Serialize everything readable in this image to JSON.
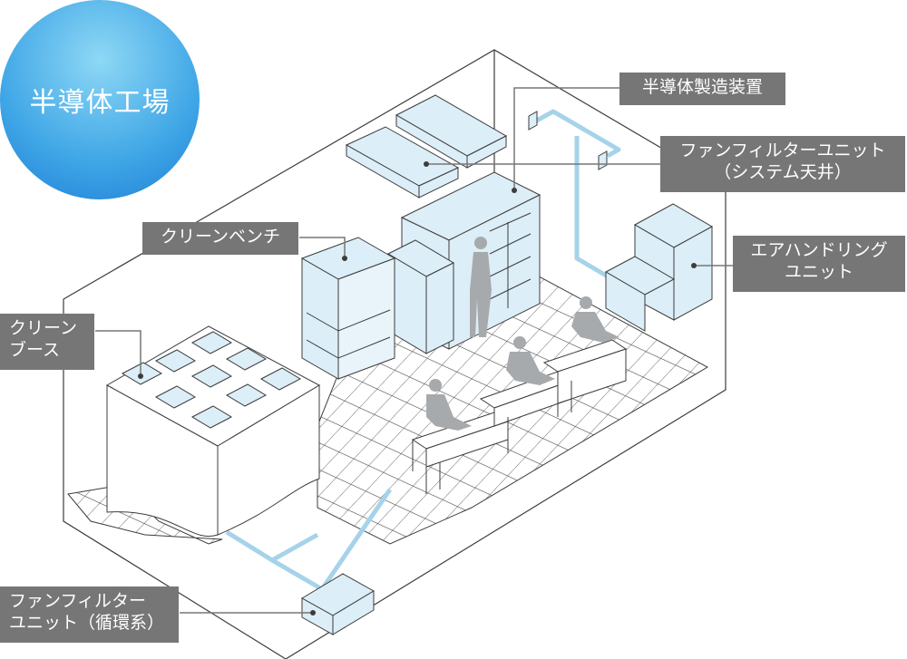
{
  "title": "半導体工場",
  "colors": {
    "title_badge": "#3fa6e6",
    "label_bg": "#767676",
    "equipment_fill": "#dceef7",
    "duct": "#a6d3ea",
    "person": "#a7aaad",
    "line": "#3c3c3c"
  },
  "labels": {
    "semiconductor_equipment": {
      "lines": [
        "半導体製造装置"
      ]
    },
    "ffu_ceiling": {
      "lines": [
        "ファンフィルターユニット",
        "（システム天井）"
      ]
    },
    "clean_bench": {
      "lines": [
        "クリーンベンチ"
      ]
    },
    "air_handling_unit": {
      "lines": [
        "エアハンドリング",
        "ユニット"
      ]
    },
    "clean_booth": {
      "lines": [
        "クリーン",
        "ブース"
      ]
    },
    "ffu_circulation": {
      "lines": [
        "ファンフィルター",
        "ユニット（循環系）"
      ]
    }
  }
}
